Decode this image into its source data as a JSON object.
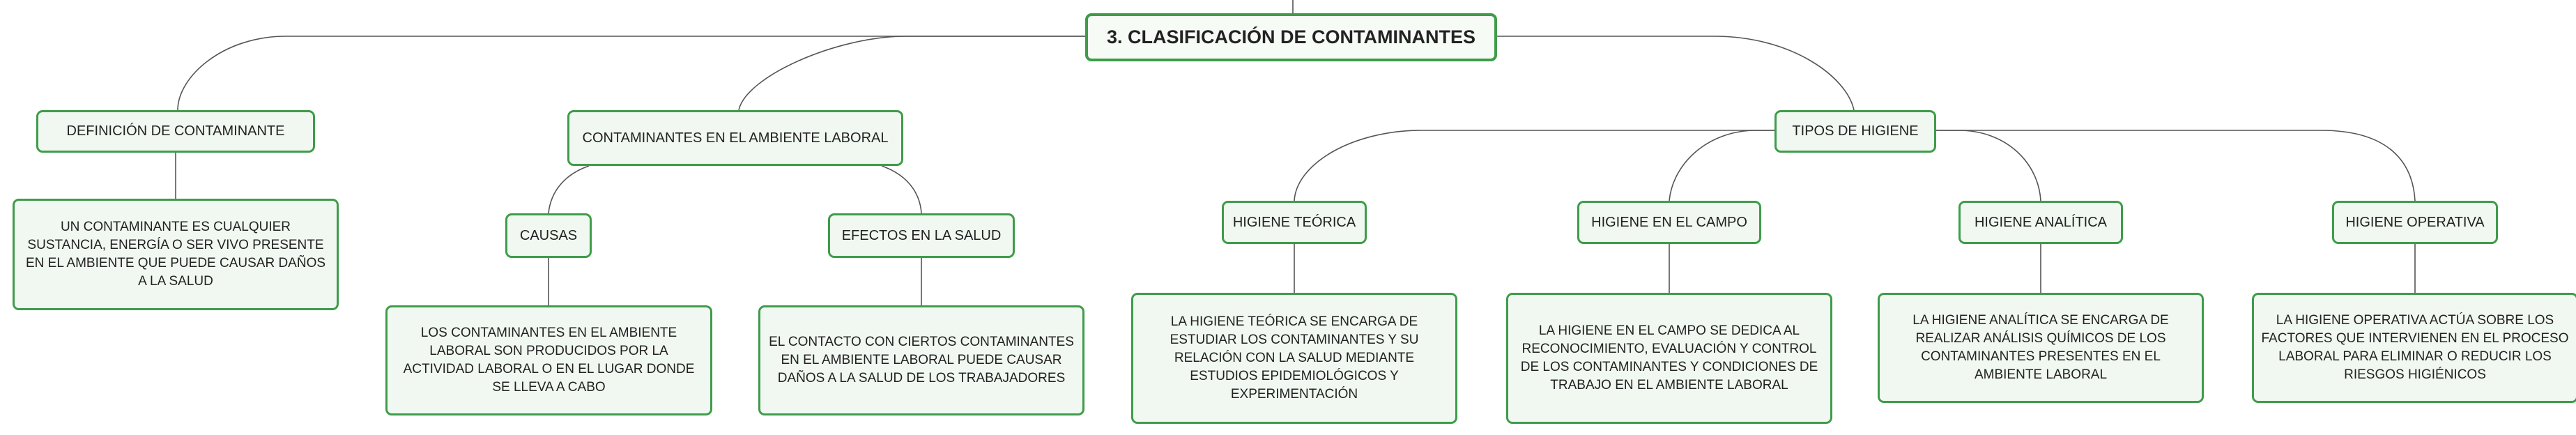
{
  "map": {
    "title": "3. CLASIFICACIÓN DE CONTAMINANTES",
    "definicion": {
      "label": "DEFINICIÓN DE CONTAMINANTE",
      "text": "UN CONTAMINANTE ES CUALQUIER SUSTANCIA, ENERGÍA O SER VIVO PRESENTE EN EL AMBIENTE QUE PUEDE CAUSAR DAÑOS A LA SALUD"
    },
    "ambiente": {
      "label": "CONTAMINANTES EN EL AMBIENTE LABORAL",
      "causas": {
        "label": "CAUSAS",
        "text": "LOS CONTAMINANTES EN EL AMBIENTE LABORAL SON PRODUCIDOS POR LA ACTIVIDAD LABORAL O EN EL LUGAR DONDE SE LLEVA A CABO"
      },
      "efectos": {
        "label": "EFECTOS EN LA SALUD",
        "text": "EL CONTACTO CON CIERTOS CONTAMINANTES EN EL AMBIENTE LABORAL PUEDE CAUSAR DAÑOS A LA SALUD DE LOS TRABAJADORES"
      }
    },
    "tipos": {
      "label": "TIPOS DE HIGIENE",
      "teorica": {
        "label": "HIGIENE TEÓRICA",
        "text": "LA HIGIENE TEÓRICA SE ENCARGA DE ESTUDIAR LOS CONTAMINANTES Y SU RELACIÓN CON LA SALUD MEDIANTE ESTUDIOS EPIDEMIOLÓGICOS Y EXPERIMENTACIÓN"
      },
      "campo": {
        "label": "HIGIENE EN EL CAMPO",
        "text": "LA HIGIENE EN EL CAMPO SE DEDICA AL RECONOCIMIENTO, EVALUACIÓN Y CONTROL DE LOS CONTAMINANTES Y CONDICIONES DE TRABAJO EN EL AMBIENTE LABORAL"
      },
      "analitica": {
        "label": "HIGIENE ANALÍTICA",
        "text": "LA HIGIENE ANALÍTICA SE ENCARGA DE REALIZAR ANÁLISIS QUÍMICOS DE LOS CONTAMINANTES PRESENTES EN EL AMBIENTE LABORAL"
      },
      "operativa": {
        "label": "HIGIENE OPERATIVA",
        "text": "LA HIGIENE OPERATIVA ACTÚA SOBRE LOS FACTORES QUE INTERVIENEN EN EL PROCESO LABORAL PARA ELIMINAR O REDUCIR LOS RIESGOS HIGIÉNICOS"
      }
    }
  },
  "colors": {
    "node_border": "#3e9c4a",
    "node_fill": "#f1f8f1",
    "connector": "#555555"
  }
}
